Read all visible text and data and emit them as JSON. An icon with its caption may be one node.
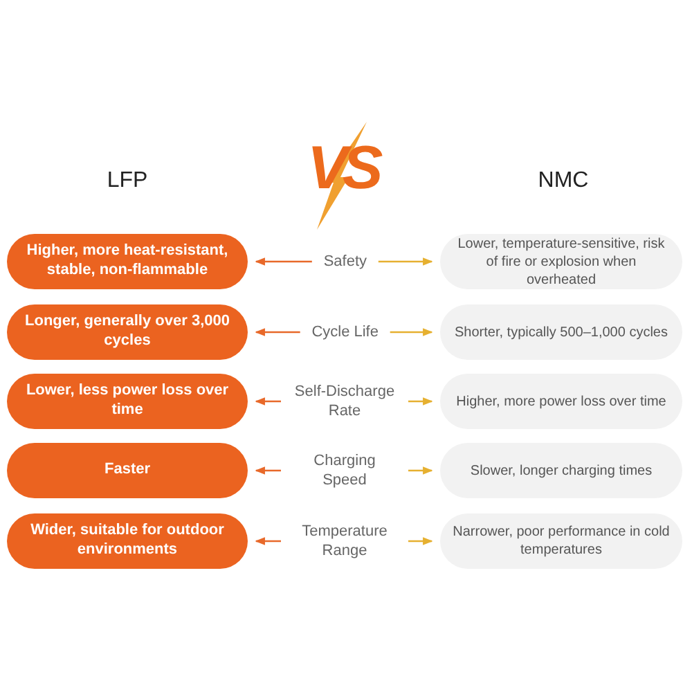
{
  "diagram": {
    "nodes": [
      {
        "text": [
          "Higher, more heat-resistant, stable, non-flammable"
        ]
      },
      {
        "text": [
          "Safety"
        ]
      },
      {
        "text": [
          "Lower, temperature-sensitive, risk of fire or explosion when overheated"
        ]
      },
      {
        "text": [
          "Longer, generally over 3,000 cycles"
        ]
      },
      {
        "text": [
          "Cycle Life"
        ]
      },
      {
        "text": [
          "Shorter, typically 500–1,000 cycles"
        ]
      },
      {
        "text": [
          "Lower, less power loss over time"
        ]
      },
      {
        "text": [
          "Self-Discharge Rate"
        ]
      },
      {
        "text": [
          "Higher, more power loss over time"
        ]
      },
      {
        "text": [
          "Faster"
        ]
      },
      {
        "text": [
          "Charging Speed"
        ]
      },
      {
        "text": [
          "Slower, longer charging times"
        ]
      },
      {
        "text": [
          "Wider, suitable for outdoor environments"
        ]
      },
      {
        "text": [
          "Temperature Range"
        ]
      },
      {
        "text": [
          "Narrower, poor performance in cold temperatures"
        ]
      }
    ],
    "edges": [
      {
        "from": 1,
        "to": 0,
        "arrow": "to",
        "color": "#e8692a"
      },
      {
        "from": 1,
        "to": 2,
        "arrow": "to",
        "color": "#e6b030"
      },
      {
        "from": 4,
        "to": 3,
        "arrow": "to",
        "color": "#e8692a"
      },
      {
        "from": 4,
        "to": 5,
        "arrow": "to",
        "color": "#e6b030"
      },
      {
        "from": 7,
        "to": 6,
        "arrow": "to",
        "color": "#e8692a"
      },
      {
        "from": 7,
        "to": 8,
        "arrow": "to",
        "color": "#e6b030"
      },
      {
        "from": 10,
        "to": 9,
        "arrow": "to",
        "color": "#e8692a"
      },
      {
        "from": 10,
        "to": 11,
        "arrow": "to",
        "color": "#e6b030"
      },
      {
        "from": 13,
        "to": 12,
        "arrow": "to",
        "color": "#e8692a"
      },
      {
        "from": 13,
        "to": 14,
        "arrow": "to",
        "color": "#e6b030"
      }
    ],
    "labels": [
      "LFP",
      "VS",
      "NMC"
    ]
  }
}
